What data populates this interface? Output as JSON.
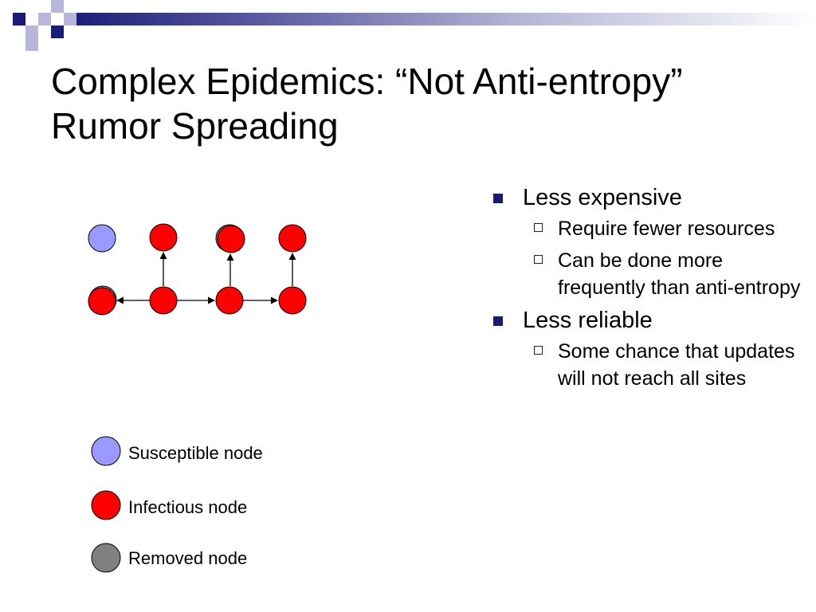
{
  "slide": {
    "title_line1": "Complex Epidemics: “Not Anti-entropy”",
    "title_line2": "Rumor Spreading"
  },
  "legend": [
    {
      "label": "Susceptible node",
      "color": "#9999ff"
    },
    {
      "label": "Infectious node",
      "color": "#ff0000"
    },
    {
      "label": "Removed node",
      "color": "#808080"
    }
  ],
  "diagram": {
    "top_row": [
      "susceptible",
      "infectious",
      "infectious",
      "infectious"
    ],
    "bottom_row": [
      "infectious",
      "infectious",
      "infectious",
      "infectious"
    ]
  },
  "bullets": [
    {
      "text": "Less expensive",
      "sub": [
        {
          "text": "Require fewer resources"
        },
        {
          "text": "Can be done more frequently than anti-entropy"
        }
      ]
    },
    {
      "text": "Less reliable",
      "sub": [
        {
          "text": "Some chance that updates will not reach all sites"
        }
      ]
    }
  ],
  "colors": {
    "accent": "#1a1a7a",
    "susceptible": "#9999ff",
    "infectious": "#ff0000",
    "removed": "#808080"
  }
}
